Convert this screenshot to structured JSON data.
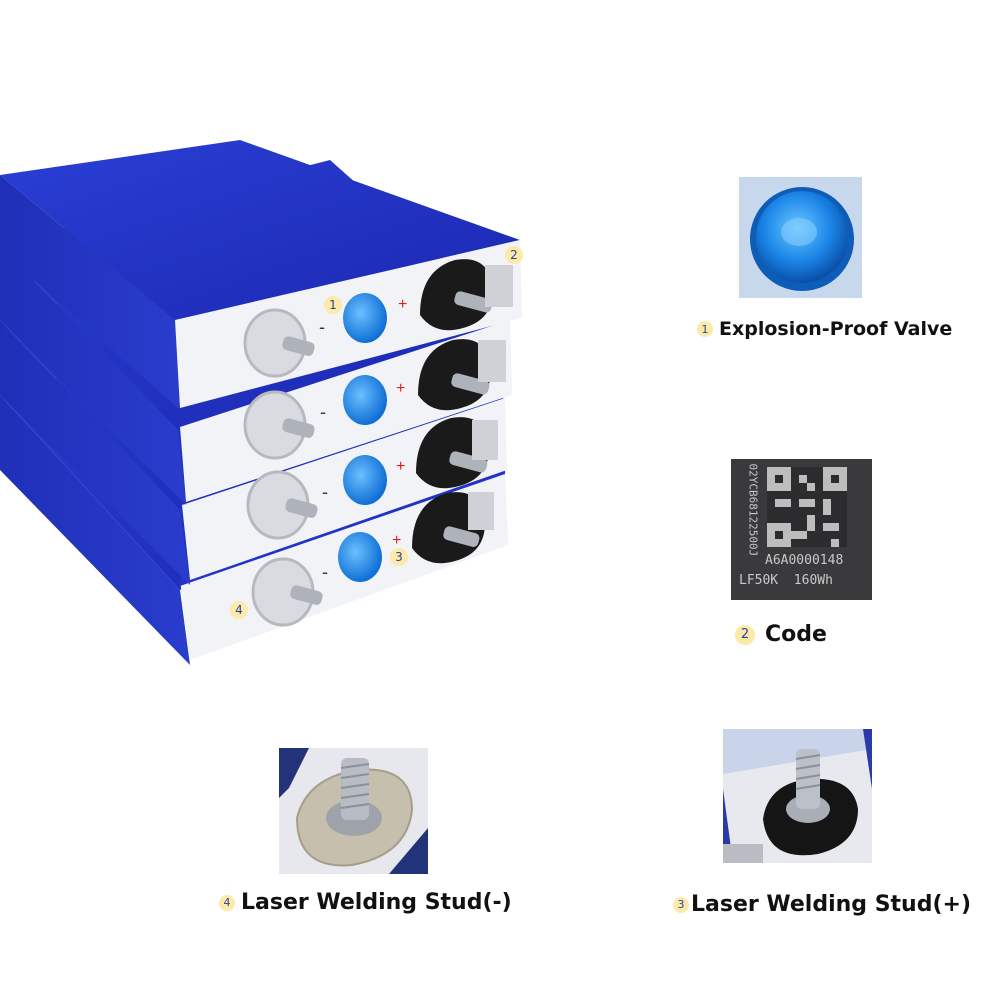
{
  "callouts": [
    {
      "num": "1",
      "label": "Explosion-Proof Valve"
    },
    {
      "num": "2",
      "label": "Code"
    },
    {
      "num": "3",
      "label": "Laser Welding Stud(+)"
    },
    {
      "num": "4",
      "label": "Laser Welding Stud(-)"
    }
  ],
  "code_plate": {
    "side_text": "02YCB68122500J",
    "line1": "A6A0000148",
    "line2": "LF50K  160Wh"
  },
  "polarity": {
    "minus": "-",
    "plus": "+"
  },
  "colors": {
    "cell_blue": "#2233c8",
    "terminal_face": "#f2f3f6",
    "valve_blue": "#1e8ef0",
    "badge_fill": "#fde9a8"
  }
}
